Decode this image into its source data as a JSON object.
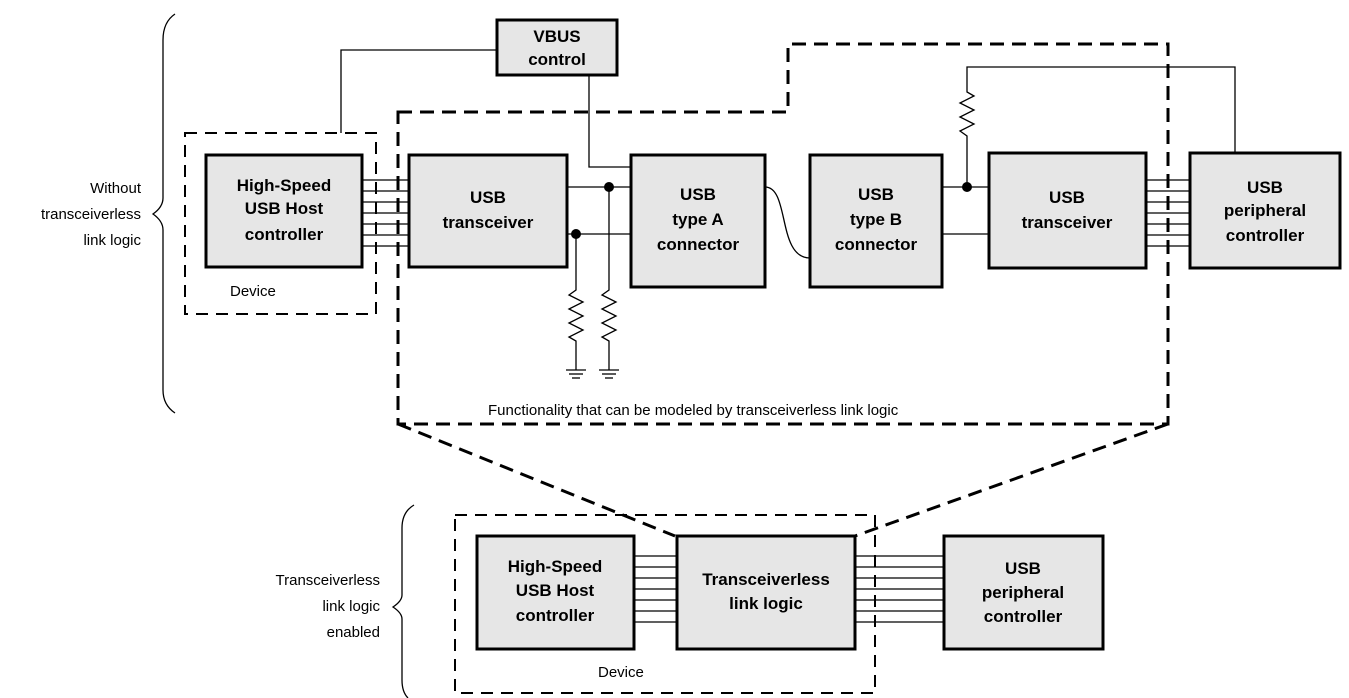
{
  "top": {
    "vbus": [
      "VBUS",
      "control"
    ],
    "host": [
      "High-Speed",
      "USB Host",
      "controller"
    ],
    "transceiver_left": [
      "USB",
      "transceiver"
    ],
    "type_a": [
      "USB",
      "type A",
      "connector"
    ],
    "type_b": [
      "USB",
      "type B",
      "connector"
    ],
    "transceiver_right": [
      "USB",
      "transceiver"
    ],
    "peripheral": [
      "USB",
      "peripheral",
      "controller"
    ],
    "device_label": "Device",
    "group_label": [
      "Without",
      "transceiverless",
      "link logic"
    ],
    "functionality_label": "Functionality that can be modeled by transceiverless link logic"
  },
  "bottom": {
    "host": [
      "High-Speed",
      "USB Host",
      "controller"
    ],
    "tll": [
      "Transceiverless",
      "link logic"
    ],
    "peripheral": [
      "USB",
      "peripheral",
      "controller"
    ],
    "device_label": "Device",
    "group_label": [
      "Transceiverless",
      "link logic",
      "enabled"
    ]
  }
}
